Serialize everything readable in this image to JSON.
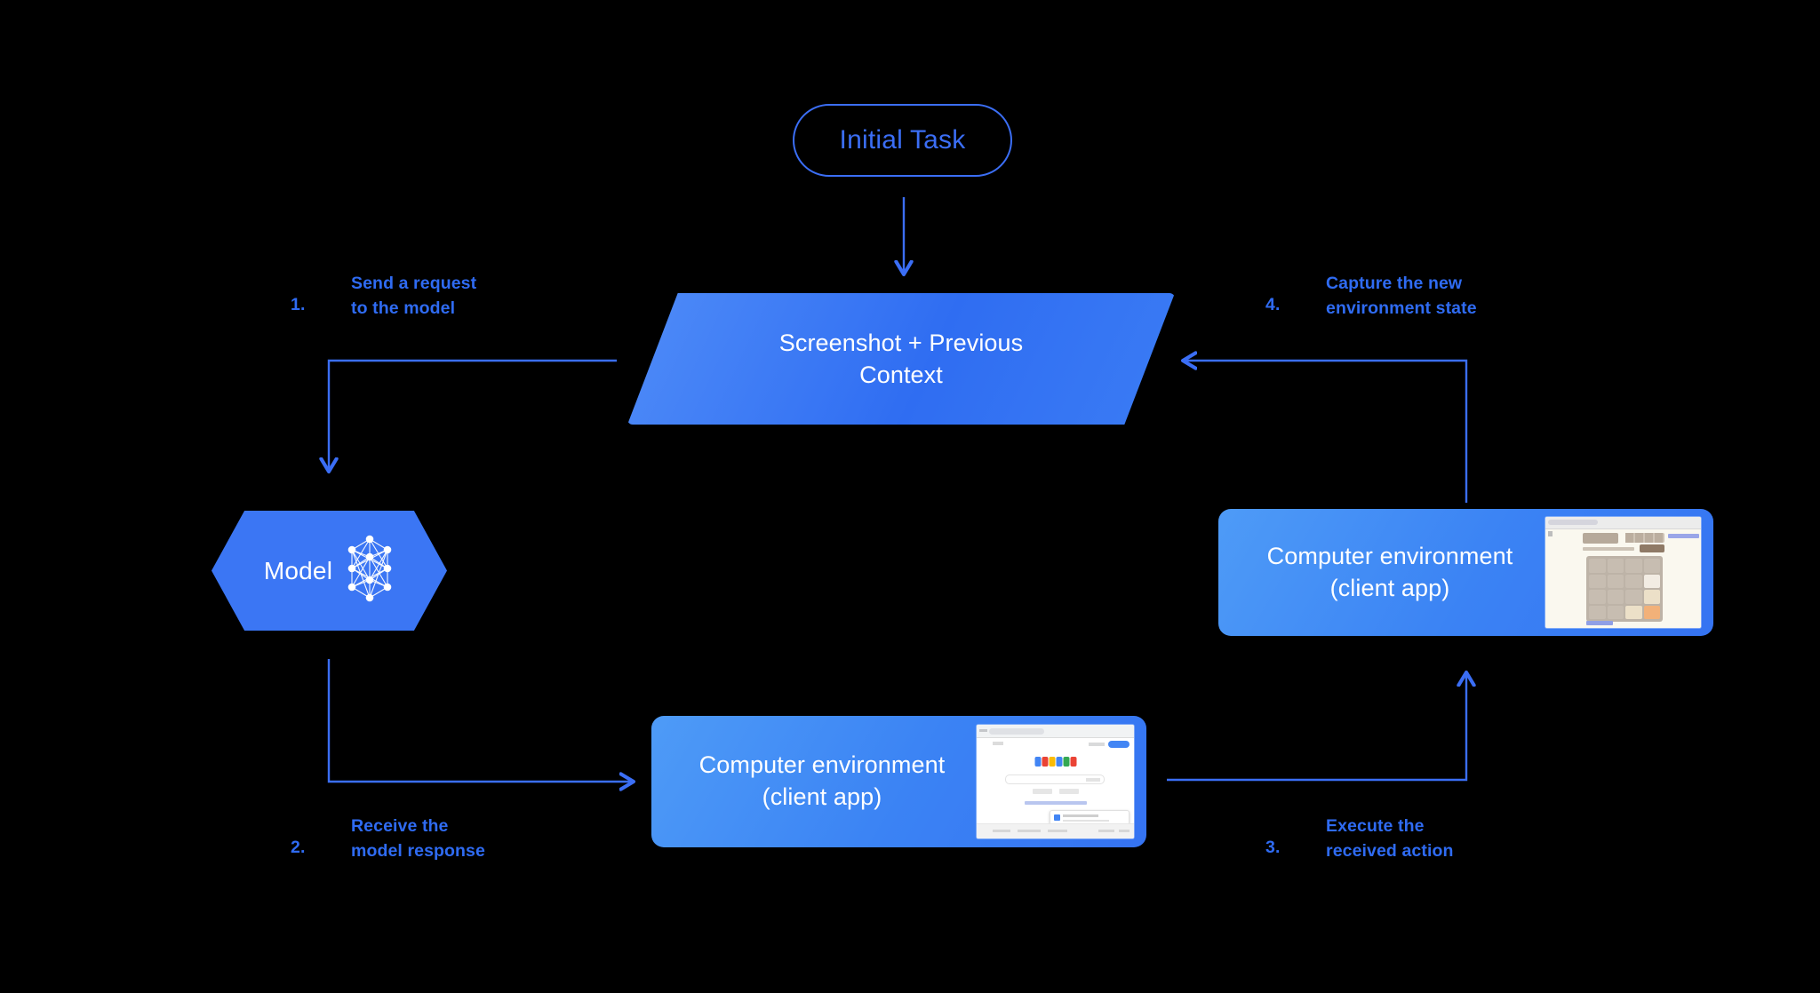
{
  "diagram": {
    "title_node": "Initial Task",
    "context_node": {
      "line1": "Screenshot + Previous",
      "line2": "Context"
    },
    "model_node": {
      "label": "Model",
      "icon": "neural-network-icon"
    },
    "env_right": {
      "line1": "Computer environment",
      "line2": "(client app)",
      "thumbnail": "2048-game-screenshot"
    },
    "env_bottom": {
      "line1": "Computer environment",
      "line2": "(client app)",
      "thumbnail": "google-search-screenshot"
    },
    "steps": [
      {
        "num": "1.",
        "text": "Send a request\nto the model"
      },
      {
        "num": "2.",
        "text": "Receive the\nmodel response"
      },
      {
        "num": "3.",
        "text": "Execute the\nreceived action"
      },
      {
        "num": "4.",
        "text": "Capture the new\nenvironment state"
      }
    ],
    "colors": {
      "background": "#000000",
      "accent_blue": "#2f6bf2",
      "outline_blue": "#3b6ef5",
      "node_blue": "#3b76f4",
      "card_blue_light": "#4e9bf7",
      "card_blue_dark": "#3573f2",
      "text_white": "#ffffff"
    },
    "game_2048": {
      "grid": [
        [
          "",
          "",
          "",
          ""
        ],
        [
          "",
          "",
          "",
          "2"
        ],
        [
          "",
          "",
          "",
          "4"
        ],
        [
          "",
          "",
          "4",
          "8"
        ]
      ]
    }
  }
}
